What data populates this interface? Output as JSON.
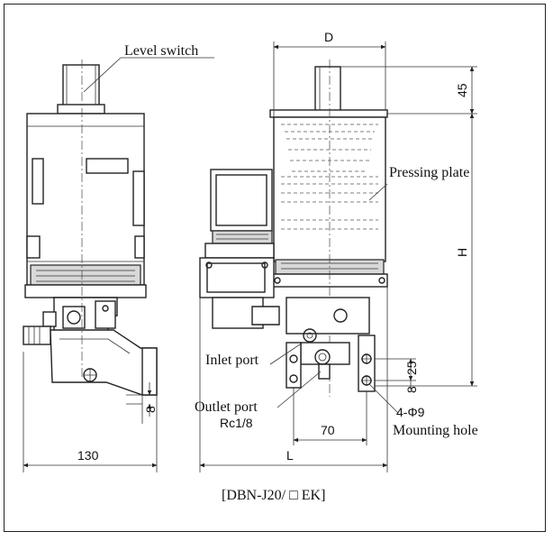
{
  "labels": {
    "level_switch": "Level switch",
    "pressing_plate": "Pressing plate",
    "inlet_port": "Inlet port",
    "outlet_port": "Outlet port",
    "outlet_thread": "Rc1/8",
    "mounting_hole_count": "4-Φ9",
    "mounting_hole": "Mounting hole"
  },
  "dimensions": {
    "d": "D",
    "top_height": "45",
    "h": "H",
    "dim_25": "25",
    "dim_8_right": "8",
    "dim_8_left": "8",
    "dim_70": "70",
    "dim_130": "130",
    "l": "L"
  },
  "caption": "[DBN-J20/ □ EK]"
}
